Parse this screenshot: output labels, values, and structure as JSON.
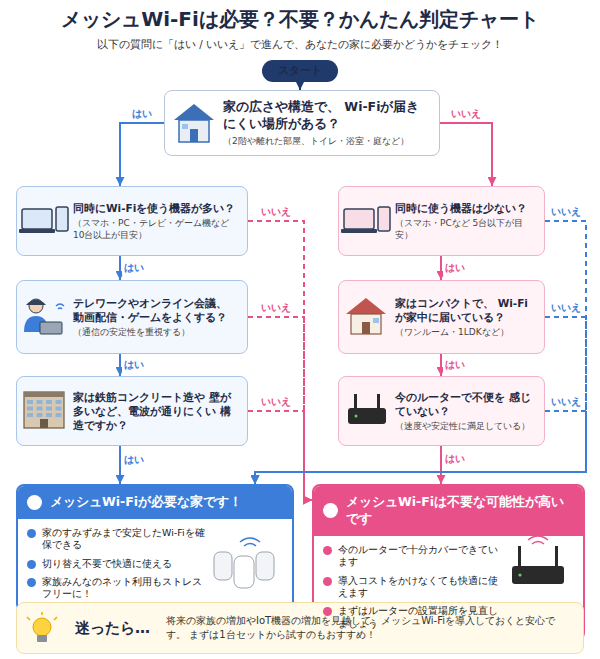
{
  "diagram": {
    "title": "メッシュWi-Fiは必要？不要？かんたん判定チャート",
    "nodes": [
      {
        "text": [
          "スタート"
        ]
      },
      {
        "text": [
          "家の広さや構造で、 Wi-Fiが届きにくい場所がある？",
          "（2階や離れた部屋、トイレ・浴室・庭など）"
        ]
      },
      {
        "text": [
          "同時にWi-Fiを使う機器が多い？",
          "（スマホ・PC・テレビ・ゲーム機など 10台以上が目安）"
        ]
      },
      {
        "text": [
          "テレワークやオンライン会議、 動画配信・ゲームをよくする？",
          "（通信の安定性を重視する）"
        ]
      },
      {
        "text": [
          "家は鉄筋コンクリート造や 壁が多いなど、電波が通りにくい 構造ですか？"
        ]
      },
      {
        "text": [
          "同時に使う機器は少ない？",
          "（スマホ・PCなど 5台以下が目安）"
        ]
      },
      {
        "text": [
          "家はコンパクトで、 Wi-Fiが家中に届いている？",
          "（ワンルーム・1LDKなど）"
        ]
      },
      {
        "text": [
          "今のルーターで不便を 感じていない？",
          "（速度や安定性に満足している）"
        ]
      },
      {
        "text": [
          "メッシュWi-Fiが必要な家です！",
          "家のすみずみまで安定したWi-Fiを確保できる",
          "切り替え不要で快適に使える",
          "家族みんなのネット利用もストレスフリーに！"
        ]
      },
      {
        "text": [
          "メッシュWi-Fiは不要な可能性が高いです",
          "今のルーターで十分カバーできています",
          "導入コストをかけなくても快適に使えます",
          "まずはルーターの設置場所を見直しましょう"
        ]
      },
      {
        "text": [
          "迷ったら…",
          "将来の家族の増加やIoT機器の増加を見越して、メッシュWi-Fiを導入しておくと安心です。 まずは1台セットから試すのもおすすめ！"
        ]
      }
    ],
    "edges": [
      {
        "from": 0,
        "to": 1,
        "arrow": "to"
      },
      {
        "from": 1,
        "to": 2,
        "label": "はい",
        "arrow": "to"
      },
      {
        "from": 1,
        "to": 5,
        "label": "いいえ",
        "arrow": "to"
      },
      {
        "from": 2,
        "to": 3,
        "label": "はい",
        "arrow": "to"
      },
      {
        "from": 2,
        "to": 9,
        "label": "いいえ",
        "arrow": "to"
      },
      {
        "from": 3,
        "to": 4,
        "label": "はい",
        "arrow": "to"
      },
      {
        "from": 3,
        "to": 9,
        "label": "いいえ",
        "arrow": "to"
      },
      {
        "from": 4,
        "to": 8,
        "label": "はい",
        "arrow": "to"
      },
      {
        "from": 4,
        "to": 9,
        "label": "いいえ",
        "arrow": "to"
      },
      {
        "from": 5,
        "to": 6,
        "label": "はい",
        "arrow": "to"
      },
      {
        "from": 5,
        "to": 8,
        "label": "いいえ",
        "arrow": "to"
      },
      {
        "from": 6,
        "to": 7,
        "label": "はい",
        "arrow": "to"
      },
      {
        "from": 6,
        "to": 8,
        "label": "いいえ",
        "arrow": "to"
      },
      {
        "from": 7,
        "to": 9,
        "label": "はい",
        "arrow": "to"
      },
      {
        "from": 7,
        "to": 8,
        "label": "いいえ",
        "arrow": "to"
      }
    ],
    "labels": [
      "以下の質問に「はい / いいえ」で進んで、あなたの家に必要かどうかをチェック！"
    ]
  }
}
